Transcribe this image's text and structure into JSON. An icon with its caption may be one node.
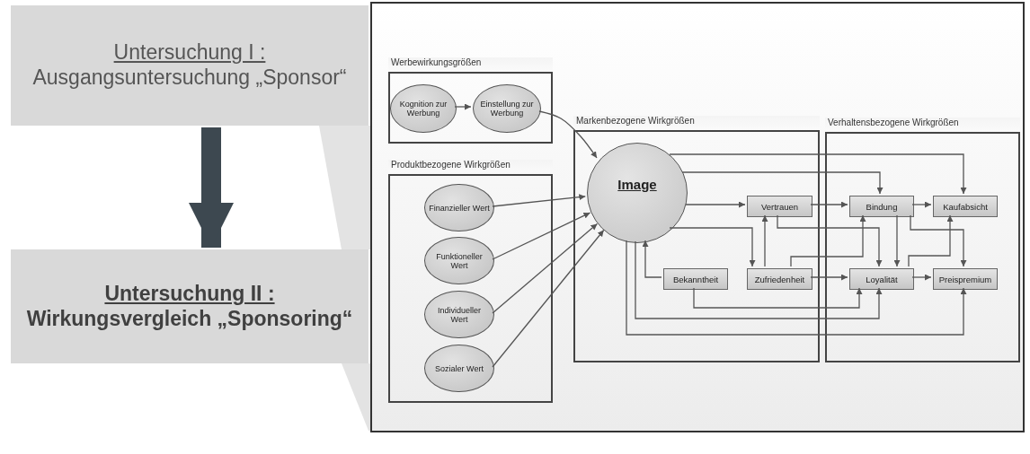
{
  "diagram": {
    "nodes": [
      {
        "text": [
          "Untersuchung I :",
          "Ausgangsuntersuchung „Sponsor“"
        ]
      },
      {
        "text": [
          "Untersuchung II :",
          "Wirkungsvergleich „Sponsoring“"
        ]
      },
      {
        "text": [],
        "shape": "box"
      },
      {
        "text": [
          "Werbewirkungsgrößen"
        ],
        "in": 2
      },
      {
        "text": [
          "Kognition zur Werbung"
        ],
        "in": 3
      },
      {
        "text": [
          "Einstellung zur Werbung"
        ],
        "in": 3
      },
      {
        "text": [
          "Produktbezogene Wirkgrößen"
        ],
        "in": 2
      },
      {
        "text": [
          "Finanzieller Wert"
        ],
        "in": 6
      },
      {
        "text": [
          "Funktioneller Wert"
        ],
        "in": 6
      },
      {
        "text": [
          "Individueller Wert"
        ],
        "in": 6
      },
      {
        "text": [
          "Sozialer Wert"
        ],
        "in": 6
      },
      {
        "text": [
          "Markenbezogene Wirkgrößen"
        ],
        "in": 2
      },
      {
        "text": [
          "Image"
        ],
        "in": 11
      },
      {
        "text": [
          "Vertrauen"
        ],
        "in": 11
      },
      {
        "text": [
          "Bekanntheit"
        ],
        "in": 11
      },
      {
        "text": [
          "Zufriedenheit"
        ],
        "in": 11
      },
      {
        "text": [
          "Verhaltensbezogene Wirkgrößen"
        ],
        "in": 2
      },
      {
        "text": [
          "Bindung"
        ],
        "in": 16
      },
      {
        "text": [
          "Kaufabsicht"
        ],
        "in": 16
      },
      {
        "text": [
          "Loyalität"
        ],
        "in": 16
      },
      {
        "text": [
          "Preispremium"
        ],
        "in": 16
      }
    ],
    "edges": [
      {
        "from": 0,
        "to": 1,
        "arrow": "to",
        "style": "thick",
        "color": "#3d4850"
      },
      {
        "from": 4,
        "to": 5,
        "arrow": "to"
      },
      {
        "from": 5,
        "to": 12,
        "arrow": "to"
      },
      {
        "from": 7,
        "to": 12,
        "arrow": "to"
      },
      {
        "from": 8,
        "to": 12,
        "arrow": "to"
      },
      {
        "from": 9,
        "to": 12,
        "arrow": "to"
      },
      {
        "from": 10,
        "to": 12,
        "arrow": "to"
      },
      {
        "from": 12,
        "to": 18,
        "arrow": "to"
      },
      {
        "from": 12,
        "to": 17,
        "arrow": "to"
      },
      {
        "from": 12,
        "to": 13,
        "arrow": "to"
      },
      {
        "from": 12,
        "to": 15,
        "arrow": "to"
      },
      {
        "from": 14,
        "to": 12,
        "arrow": "to"
      },
      {
        "from": 15,
        "to": 13,
        "arrow": "to"
      },
      {
        "from": 13,
        "to": 17,
        "arrow": "to"
      },
      {
        "from": 13,
        "to": 19,
        "arrow": "to"
      },
      {
        "from": 15,
        "to": 19,
        "arrow": "to"
      },
      {
        "from": 15,
        "to": 17,
        "arrow": "to"
      },
      {
        "from": 14,
        "to": 19,
        "arrow": "to"
      },
      {
        "from": 12,
        "to": 19,
        "arrow": "to"
      },
      {
        "from": 12,
        "to": 20,
        "arrow": "to"
      },
      {
        "from": 17,
        "to": 18,
        "arrow": "to"
      },
      {
        "from": 17,
        "to": 19,
        "arrow": "to"
      },
      {
        "from": 17,
        "to": 20,
        "arrow": "to"
      },
      {
        "from": 19,
        "to": 20,
        "arrow": "to"
      },
      {
        "from": 19,
        "to": 18,
        "arrow": "to"
      }
    ]
  }
}
